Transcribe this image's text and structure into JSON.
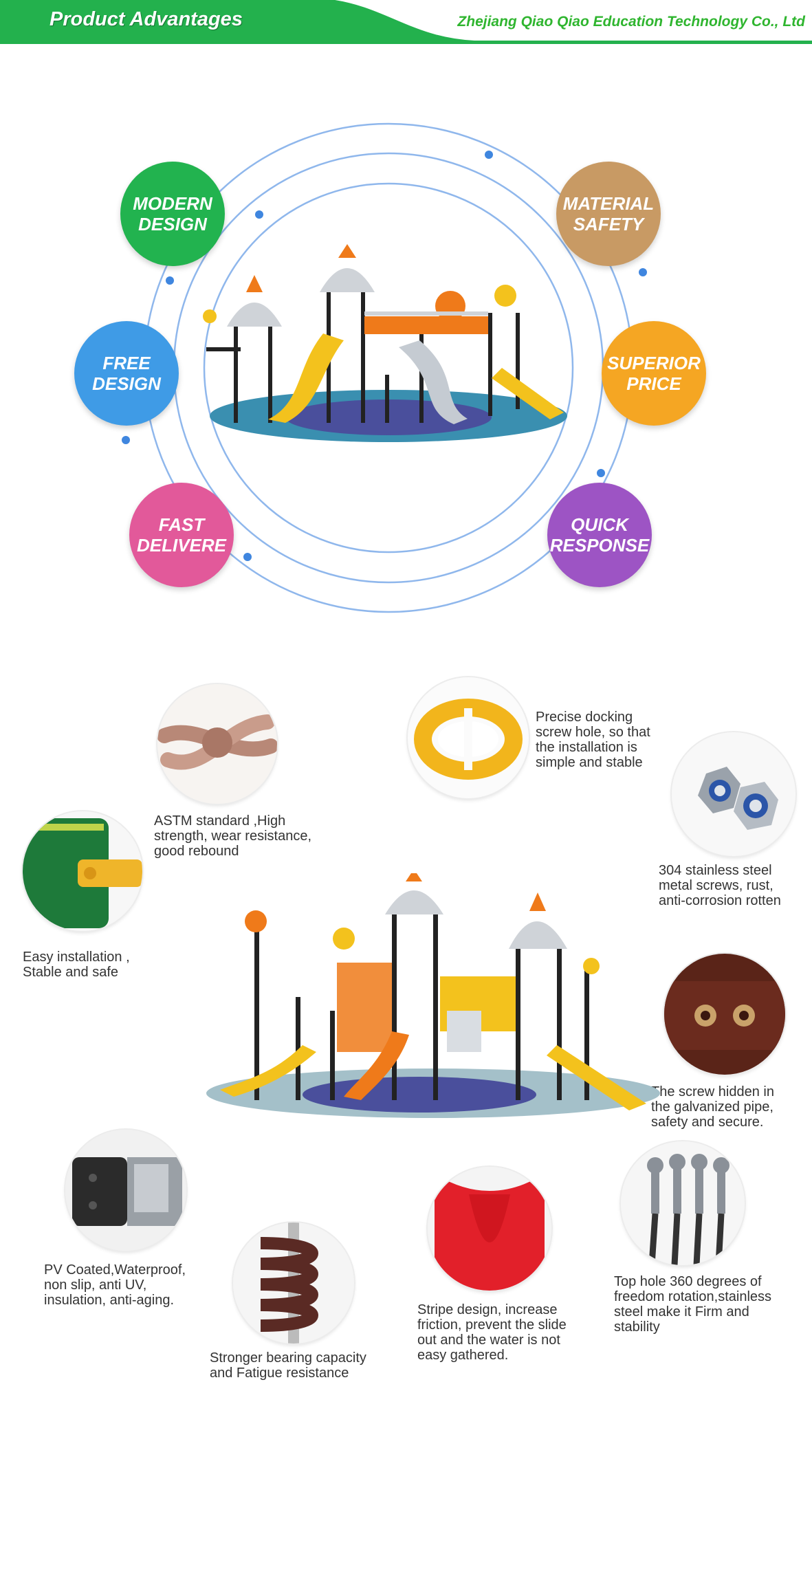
{
  "header": {
    "title": "Product Advantages",
    "company": "Zhejiang Qiao Qiao Education Technology Co., Ltd",
    "colors": {
      "green": "#23b14d",
      "company_text": "#2fb52f"
    }
  },
  "advantages": [
    {
      "label": "MODERN\nDESIGN",
      "color": "#22b34f"
    },
    {
      "label": "MATERIAL\nSAFETY",
      "color": "#c89a64"
    },
    {
      "label": "FREE\nDESIGN",
      "color": "#3f9be6"
    },
    {
      "label": "SUPERIOR\nPRICE",
      "color": "#f5a623"
    },
    {
      "label": "FAST\nDELIVERE",
      "color": "#e2599a"
    },
    {
      "label": "QUICK\nRESPONSE",
      "color": "#9d54c4"
    }
  ],
  "features": [
    {
      "icon": "rope-knot-icon",
      "caption": "ASTM standard ,High\nstrength, wear resistance,\ngood rebound"
    },
    {
      "icon": "pipe-clamp-icon",
      "caption": "Precise docking\nscrew hole, so that\nthe installation is\nsimple and stable"
    },
    {
      "icon": "lock-nut-icon",
      "caption": "304 stainless steel\nmetal screws, rust,\nanti-corrosion rotten"
    },
    {
      "icon": "panel-connector-icon",
      "caption": "Easy installation ,\nStable and safe"
    },
    {
      "icon": "hidden-screw-icon",
      "caption": "The screw hidden in\nthe galvanized pipe,\nsafety and secure."
    },
    {
      "icon": "coated-platform-icon",
      "caption": "PV Coated,Waterproof,\nnon slip, anti UV,\ninsulation, anti-aging."
    },
    {
      "icon": "spring-icon",
      "caption": "Stronger bearing capacity\nand Fatigue resistance"
    },
    {
      "icon": "slide-stripe-icon",
      "caption": "Stripe design, increase\nfriction, prevent the slide\nout and the water is not\neasy gathered."
    },
    {
      "icon": "swivel-hook-icon",
      "caption": "Top hole 360 degrees of\nfreedom rotation,stainless\nsteel make it Firm and\nstability"
    }
  ]
}
